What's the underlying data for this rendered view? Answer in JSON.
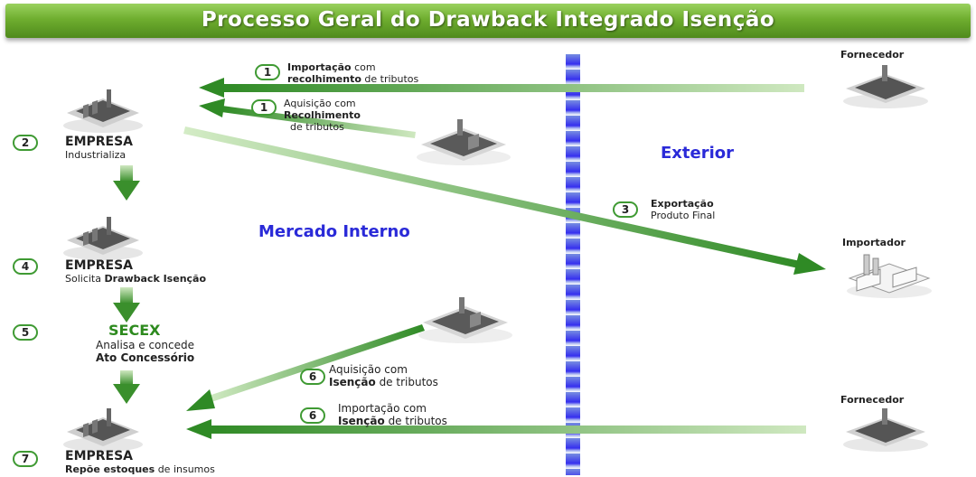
{
  "title": "Processo Geral do Drawback Integrado Isenção",
  "regions": {
    "domestic": "Mercado Interno",
    "abroad": "Exterior"
  },
  "parties": {
    "supplier_top": "Fornecedor",
    "importer": "Importador",
    "supplier_bottom": "Fornecedor"
  },
  "steps": {
    "s1a": {
      "num": "1",
      "pre": "",
      "bold1": "Importação",
      "mid": " com",
      "bold2": "recolhimento",
      "post": " de tributos"
    },
    "s1b": {
      "num": "1",
      "line1": "Aquisição com",
      "bold": "Recolhimento",
      "line3": "de tributos"
    },
    "s2": {
      "num": "2",
      "title": "EMPRESA",
      "desc": "Industrializa"
    },
    "s3": {
      "num": "3",
      "title": "Exportação",
      "desc": "Produto Final"
    },
    "s4": {
      "num": "4",
      "title": "EMPRESA",
      "desc_pre": "Solicita ",
      "desc_bold": "Drawback Isenção"
    },
    "s5": {
      "num": "5",
      "title": "SECEX",
      "desc1": "Analisa e concede",
      "desc2": "Ato Concessório"
    },
    "s6a": {
      "num": "6",
      "line1": "Aquisição com",
      "bold": "Isenção",
      "post": " de tributos"
    },
    "s6b": {
      "num": "6",
      "line1": "Importação com",
      "bold": "Isenção",
      "post": " de tributos"
    },
    "s7": {
      "num": "7",
      "title": "EMPRESA",
      "desc_bold": "Repõe estoques",
      "desc_post": " de insumos"
    }
  },
  "colors": {
    "arrow": "#3a8f2c",
    "divider": "#2b24ee",
    "region_text": "#2a2ad8",
    "banner": "#6fae2f"
  }
}
